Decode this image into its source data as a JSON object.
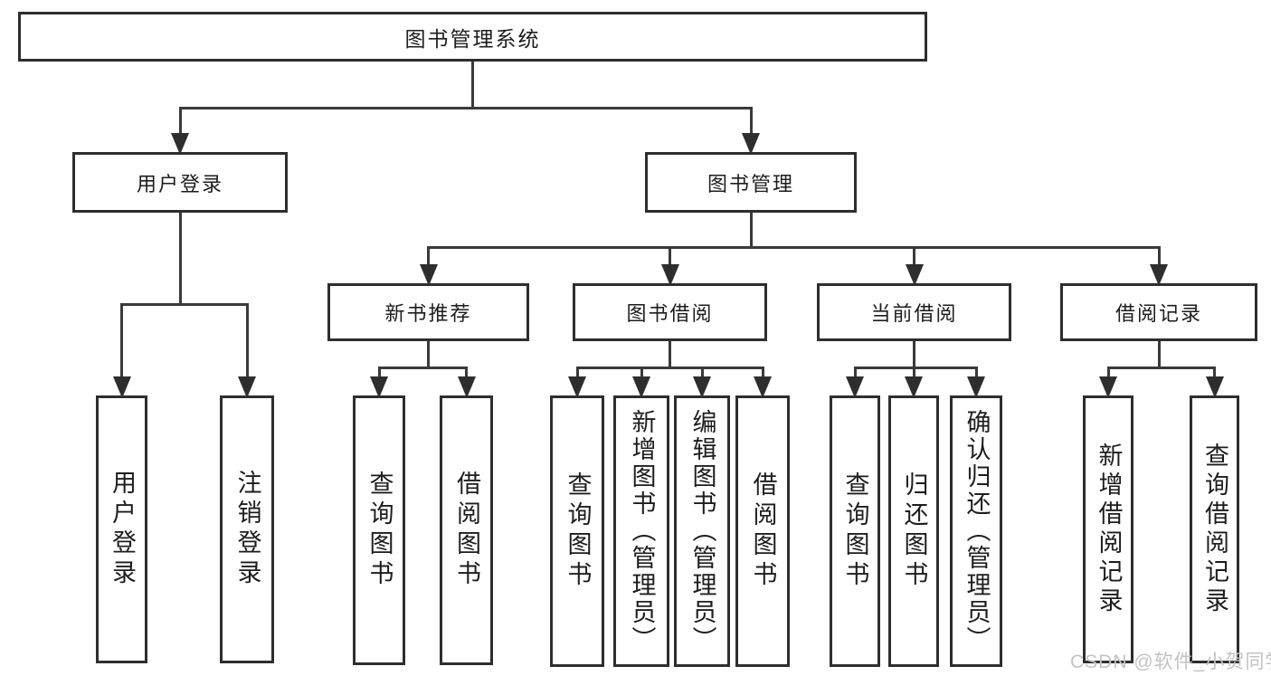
{
  "diagram_title": "图书管理系统",
  "watermark": {
    "text": "CSDN @软件_小贺同学"
  },
  "colors": {
    "line": "#3a3a3a",
    "border": "#2e2e2e",
    "text": "#1d1d1d",
    "watermark": "#c3c3c3",
    "background": "#ffffff"
  },
  "nodes": [
    {
      "id": "root",
      "label": "图书管理系统",
      "parent": null,
      "level": 1
    },
    {
      "id": "user-login",
      "label": "用户登录",
      "parent": "root",
      "level": 2
    },
    {
      "id": "book-mgmt",
      "label": "图书管理",
      "parent": "root",
      "level": 2
    },
    {
      "id": "leaf-user-login",
      "label": "用户登录",
      "parent": "user-login",
      "level": 3
    },
    {
      "id": "leaf-logout",
      "label": "注销登录",
      "parent": "user-login",
      "level": 3
    },
    {
      "id": "new-book-rec",
      "label": "新书推荐",
      "parent": "book-mgmt",
      "level": 3
    },
    {
      "id": "book-borrow",
      "label": "图书借阅",
      "parent": "book-mgmt",
      "level": 3
    },
    {
      "id": "current-borrow",
      "label": "当前借阅",
      "parent": "book-mgmt",
      "level": 3
    },
    {
      "id": "borrow-records",
      "label": "借阅记录",
      "parent": "book-mgmt",
      "level": 3
    },
    {
      "id": "nbr-query",
      "label": "查询图书",
      "parent": "new-book-rec",
      "level": 4
    },
    {
      "id": "nbr-borrow",
      "label": "借阅图书",
      "parent": "new-book-rec",
      "level": 4
    },
    {
      "id": "bb-query",
      "label": "查询图书",
      "parent": "book-borrow",
      "level": 4
    },
    {
      "id": "bb-add",
      "label": "新增图书（管理员）",
      "parent": "book-borrow",
      "level": 4
    },
    {
      "id": "bb-edit",
      "label": "编辑图书（管理员）",
      "parent": "book-borrow",
      "level": 4
    },
    {
      "id": "bb-borrow",
      "label": "借阅图书",
      "parent": "book-borrow",
      "level": 4
    },
    {
      "id": "cb-query",
      "label": "查询图书",
      "parent": "current-borrow",
      "level": 4
    },
    {
      "id": "cb-return",
      "label": "归还图书",
      "parent": "current-borrow",
      "level": 4
    },
    {
      "id": "cb-confirm",
      "label": "确认归还（管理员）",
      "parent": "current-borrow",
      "level": 4
    },
    {
      "id": "br-add",
      "label": "新增借阅记录",
      "parent": "borrow-records",
      "level": 4
    },
    {
      "id": "br-query",
      "label": "查询借阅记录",
      "parent": "borrow-records",
      "level": 4
    }
  ]
}
